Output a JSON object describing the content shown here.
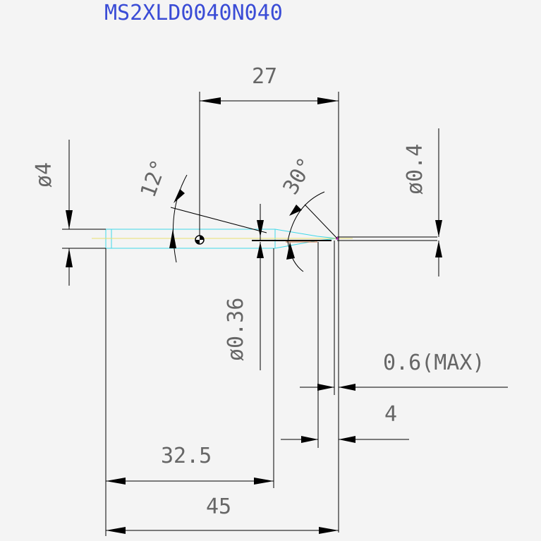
{
  "title": "MS2XLD0040N040",
  "dims": {
    "d27": "27",
    "d12": "12°",
    "d30": "30°",
    "phi4": "ø4",
    "phi04": "ø0.4",
    "phi036": "ø0.36",
    "d06max": "0.6(MAX)",
    "d4": "4",
    "d325": "32.5",
    "d45": "45"
  },
  "colors": {
    "title": "#3a4cd6",
    "label": "#666666",
    "tool_outline": "#40d8e8",
    "axis": "#e8e070"
  }
}
